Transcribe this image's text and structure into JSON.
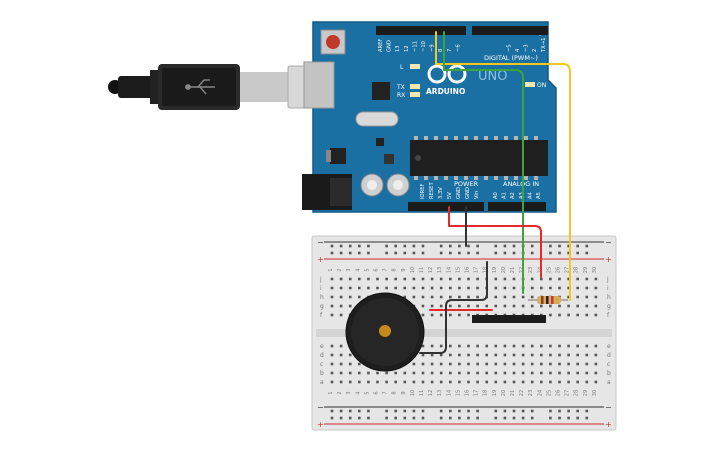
{
  "board": {
    "brand": "ARDUINO",
    "model": "UNO",
    "digital_header": "DIGITAL (PWM~)",
    "power_header": "POWER",
    "analog_header": "ANALOG IN",
    "led_l": "L",
    "led_tx": "TX",
    "led_rx": "RX",
    "led_on": "ON",
    "digital_pins": [
      "AREF",
      "GND",
      "13",
      "12",
      "~11",
      "~10",
      "~9",
      "8",
      "7",
      "~6",
      "~5",
      "4",
      "~3",
      "2",
      "TX→1",
      "RX←0"
    ],
    "power_pins": [
      "IOREF",
      "RESET",
      "3.3V",
      "5V",
      "GND",
      "GND",
      "Vin"
    ],
    "analog_pins": [
      "A0",
      "A1",
      "A2",
      "A3",
      "A4",
      "A5"
    ]
  },
  "breadboard": {
    "columns": 30,
    "rows_top": [
      "j",
      "i",
      "h",
      "g",
      "f"
    ],
    "rows_bottom": [
      "e",
      "d",
      "c",
      "b",
      "a"
    ],
    "rail_minus": "−",
    "rail_plus": "+"
  },
  "colors": {
    "board": "#1a6fa3",
    "breadboard": "#e6e6e6",
    "wire_red": "#e52a2a",
    "wire_black": "#333333",
    "wire_green": "#3ba43b",
    "wire_yellow": "#f2c81e"
  }
}
